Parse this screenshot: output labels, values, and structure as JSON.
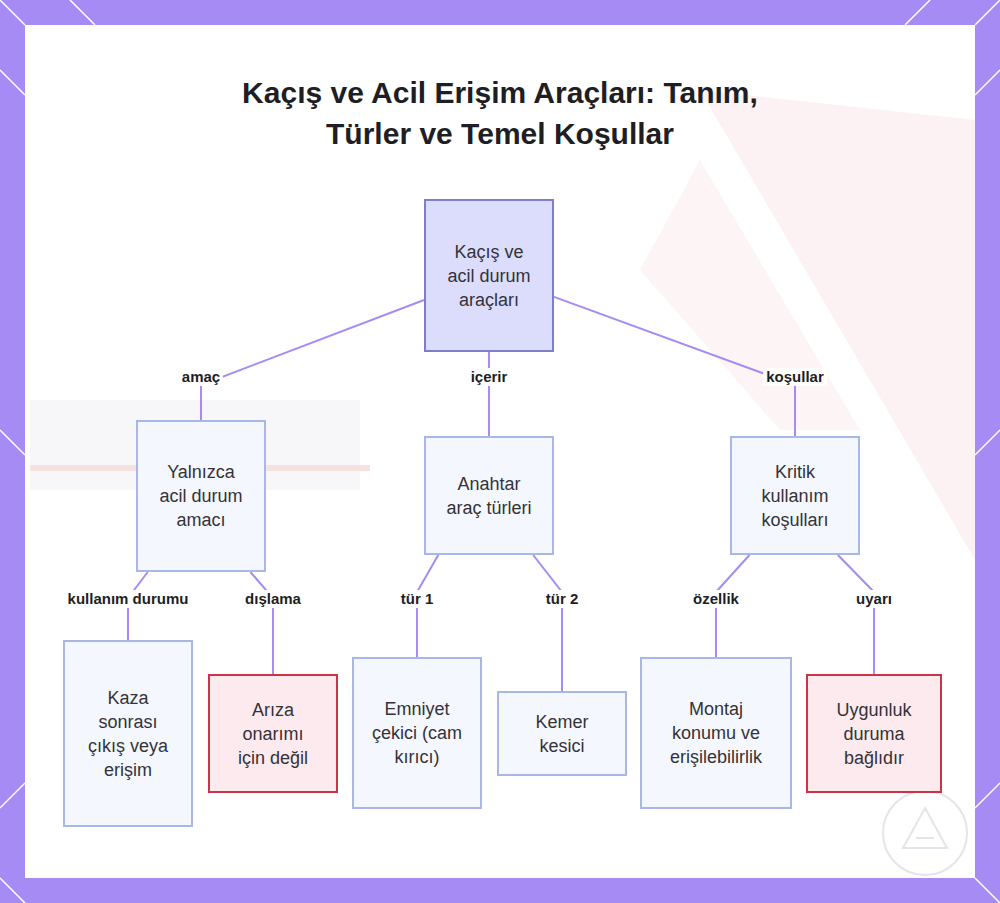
{
  "diagram": {
    "title": "Kaçış ve Acil Erişim Araçları: Tanım, Türler ve Temel Koşullar",
    "nodes": [
      {
        "text": [
          "Kaçış ve acil durum araçları"
        ]
      },
      {
        "text": [
          "Yalnızca acil durum amacı"
        ]
      },
      {
        "text": [
          "Anahtar araç türleri"
        ]
      },
      {
        "text": [
          "Kritik kullanım koşulları"
        ]
      },
      {
        "text": [
          "Kaza sonrası çıkış veya erişim"
        ]
      },
      {
        "text": [
          "Arıza onarımı için değil"
        ]
      },
      {
        "text": [
          "Emniyet çekici (cam kırıcı)"
        ]
      },
      {
        "text": [
          "Kemer kesici"
        ]
      },
      {
        "text": [
          "Montaj konumu ve erişilebilirlik"
        ]
      },
      {
        "text": [
          "Uygunluk duruma bağlıdır"
        ]
      }
    ],
    "edges": [
      {
        "from": 0,
        "to": 1,
        "label": "amaç",
        "arrow": "none"
      },
      {
        "from": 0,
        "to": 2,
        "label": "içerir",
        "arrow": "none"
      },
      {
        "from": 0,
        "to": 3,
        "label": "koşullar",
        "arrow": "none"
      },
      {
        "from": 1,
        "to": 4,
        "label": "kullanım durumu",
        "arrow": "none"
      },
      {
        "from": 1,
        "to": 5,
        "label": "dışlama",
        "arrow": "none"
      },
      {
        "from": 2,
        "to": 6,
        "label": "tür 1",
        "arrow": "none"
      },
      {
        "from": 2,
        "to": 7,
        "label": "tür 2",
        "arrow": "none"
      },
      {
        "from": 3,
        "to": 8,
        "label": "özellik",
        "arrow": "none"
      },
      {
        "from": 3,
        "to": 9,
        "label": "uyarı",
        "arrow": "none"
      }
    ]
  }
}
